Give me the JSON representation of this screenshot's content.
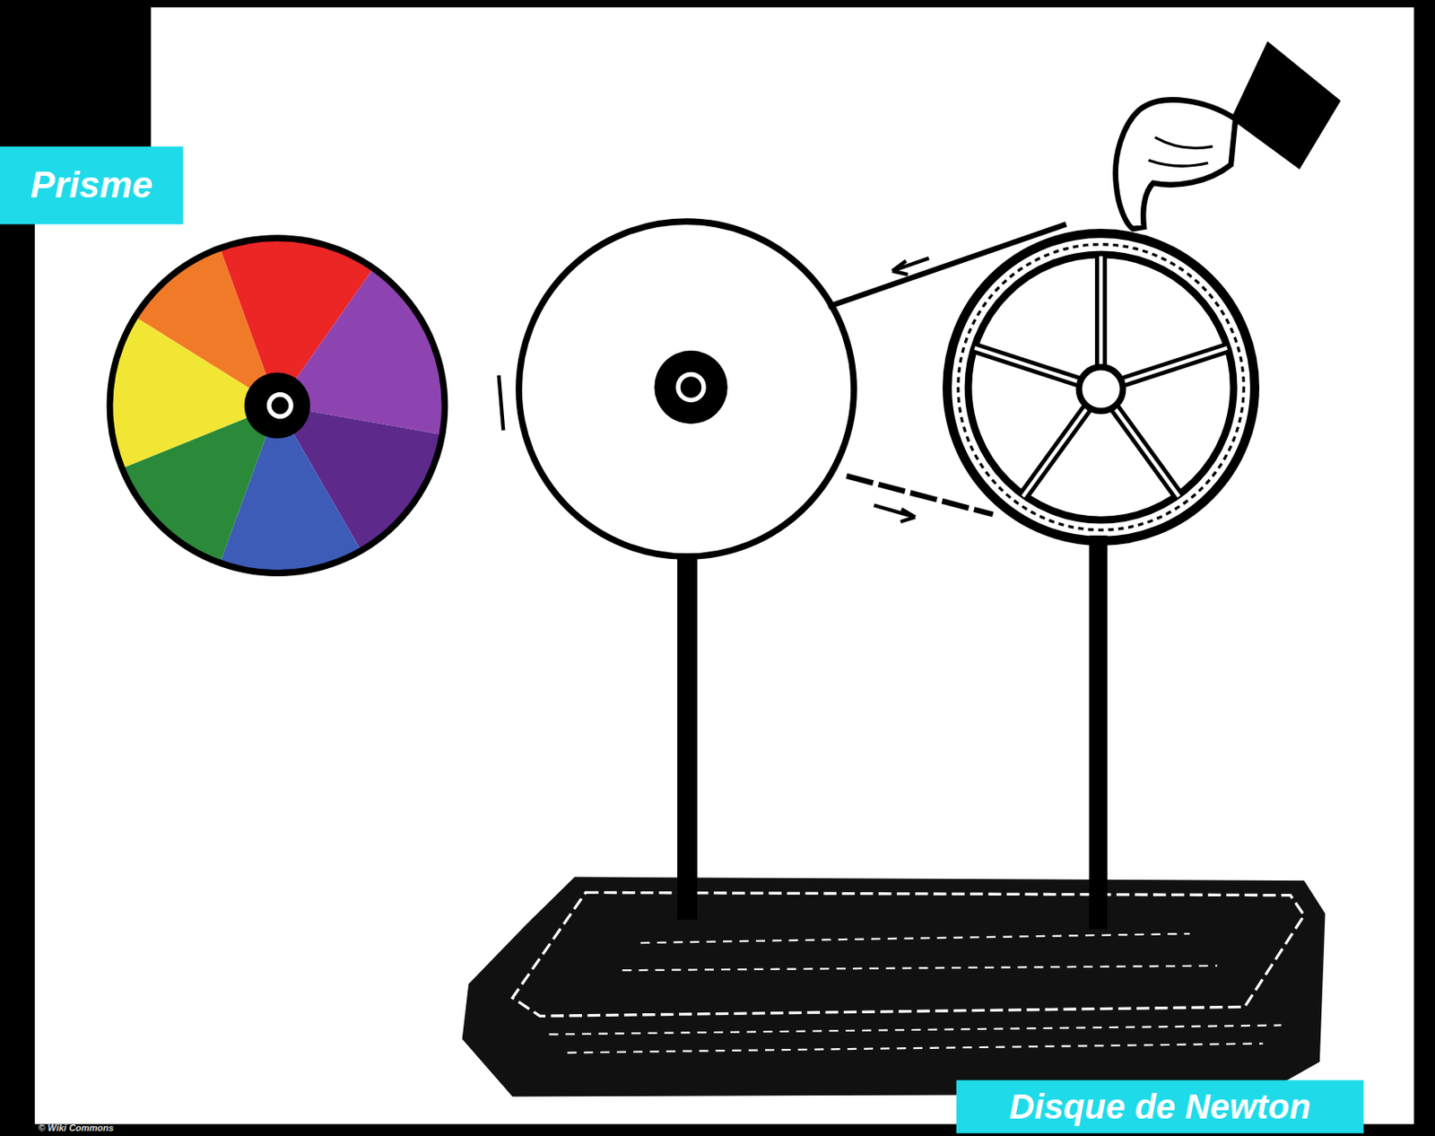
{
  "diagram": {
    "nodes": [
      {
        "text": [
          "Prisme"
        ]
      },
      {
        "text": [
          "Disque de Newton"
        ]
      }
    ],
    "labels": [
      "© Wiki Commons"
    ]
  }
}
